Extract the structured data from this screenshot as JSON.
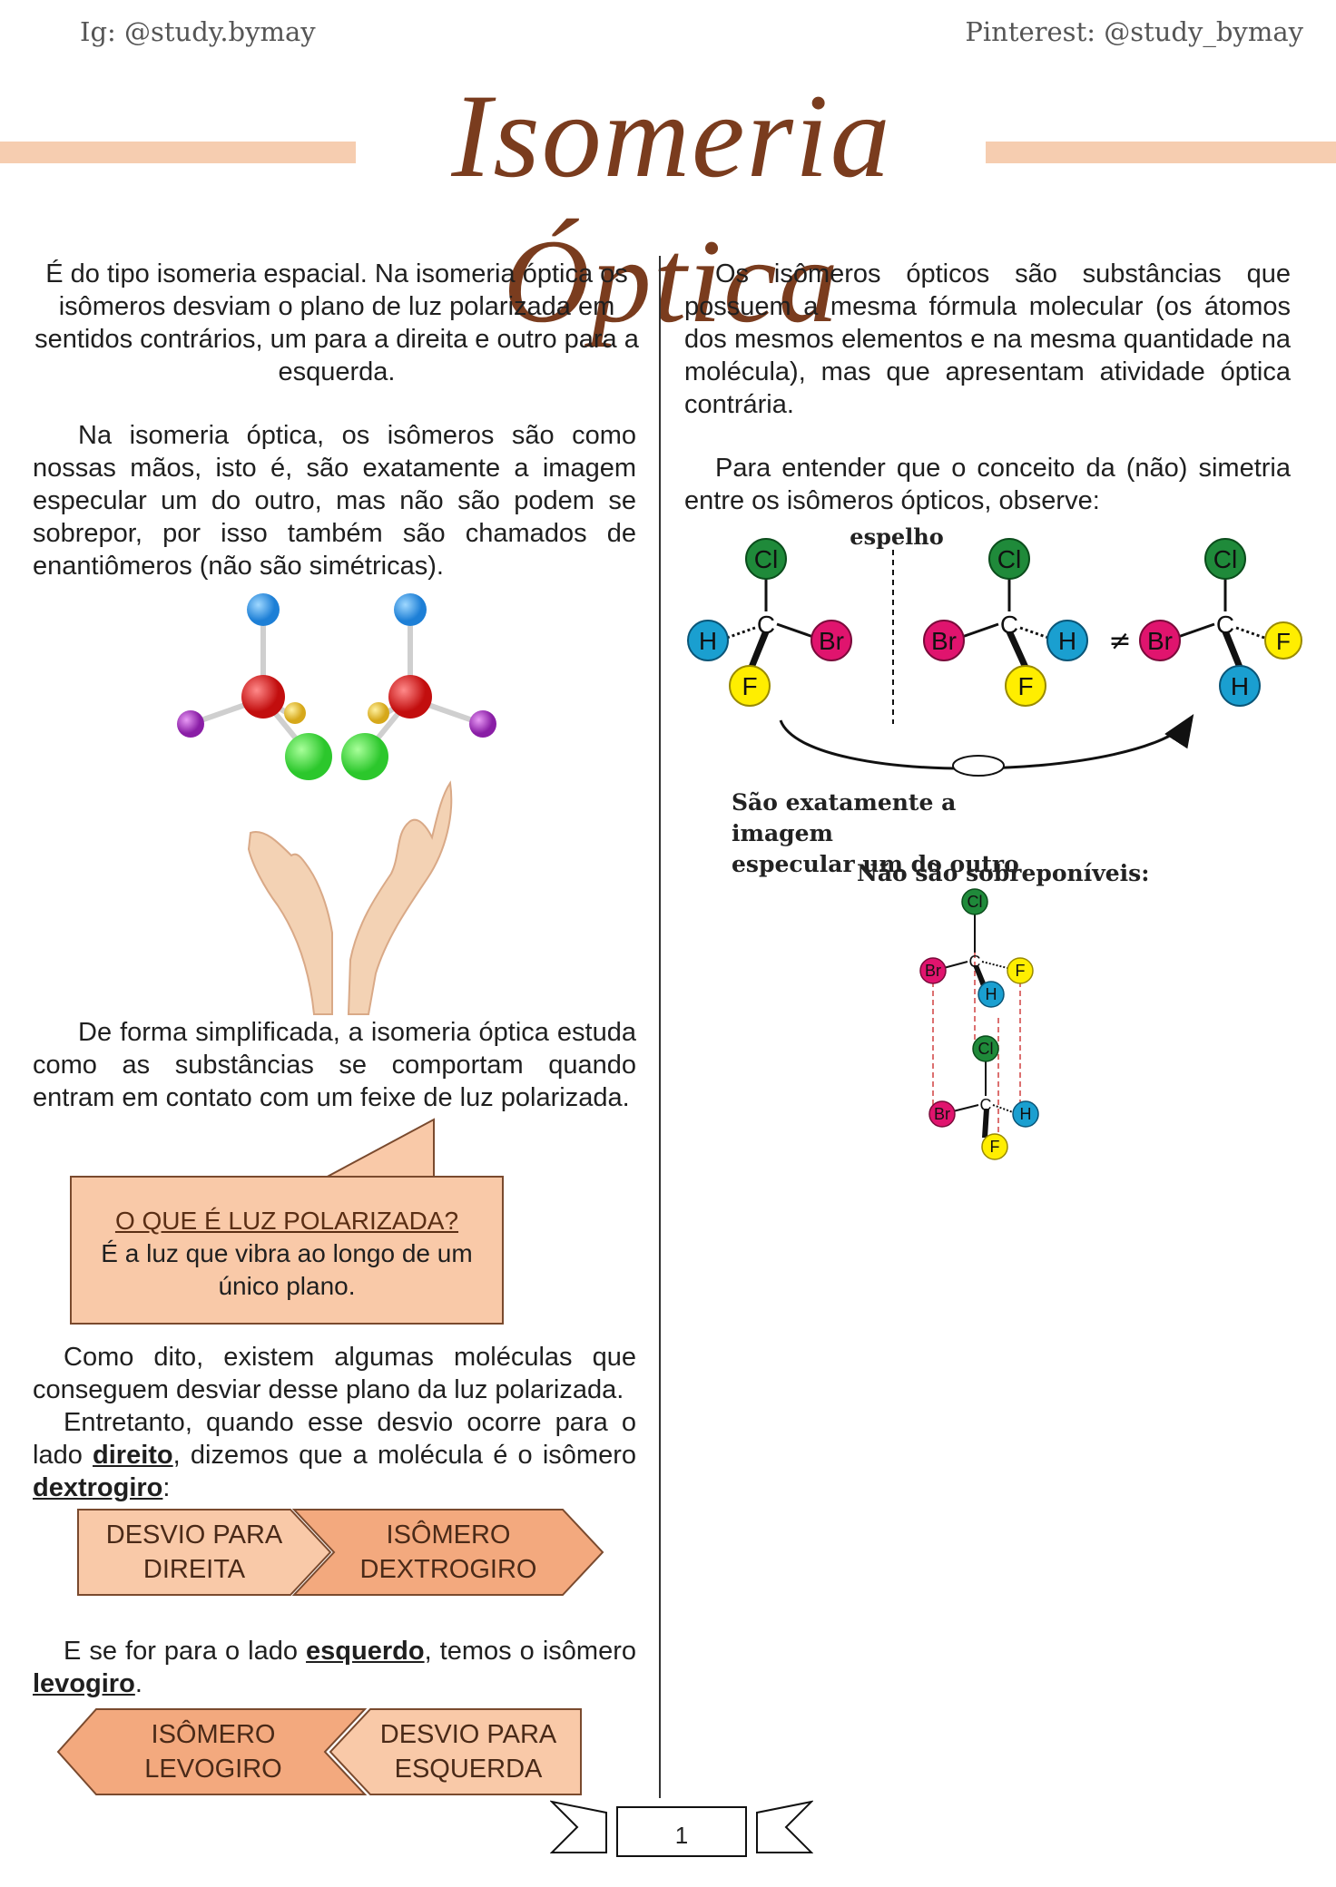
{
  "header": {
    "instagram": "Ig: @study.bymay",
    "pinterest": "Pinterest: @study_bymay",
    "title": "Isomeria Óptica"
  },
  "left": {
    "p1": "É do tipo isomeria espacial. Na isomeria óptica os isômeros desviam o plano de luz polarizada em sentidos contrários, um para a direita e outro para a esquerda.",
    "p2": "Na isomeria óptica, os isômeros são como nossas mãos, isto é, são exatamente a imagem especular um do outro, mas não são podem se sobrepor, por isso também são chamados de enantiômeros (não são simétricas).",
    "p3": "De forma simplificada, a isomeria óptica estuda como as substâncias se comportam quando entram em contato com um feixe de luz polarizada.",
    "callout": {
      "question": "O QUE É LUZ POLARIZADA?",
      "answer": "É a luz que vibra ao longo de um único plano."
    },
    "p4": "Como dito, existem algumas moléculas que conseguem desviar desse plano da luz polarizada.",
    "p5": {
      "before": "Entretanto, quando esse desvio ocorre para o lado ",
      "word1": "direito",
      "middle": ", dizemos que a molécula é o isômero ",
      "word2": "dextrogiro",
      "after": ":"
    },
    "dextro_arrows": [
      "DESVIO PARA\nDIREITA",
      "ISÔMERO\nDEXTROGIRO"
    ],
    "p6": {
      "before": "E se for para o lado ",
      "word1": "esquerdo",
      "middle": ", temos o isômero ",
      "word2": "levogiro",
      "after": "."
    },
    "levo_arrows": [
      "ISÔMERO\nLEVOGIRO",
      "DESVIO PARA\nESQUERDA"
    ]
  },
  "right": {
    "p1": "Os isômeros ópticos são substâncias que possuem a mesma fórmula molecular (os átomos dos mesmos elementos e na mesma quantidade na molécula), mas que apresentam atividade óptica contrária.",
    "p2": "Para entender que o conceito da (não) simetria entre os isômeros ópticos, observe:",
    "mirror_label": "espelho",
    "not_equal": "≠",
    "atoms": {
      "cl": "Cl",
      "br": "Br",
      "h": "H",
      "f": "F",
      "c": "C"
    },
    "caption1": "São exatamente a imagem\nespecular um do outro",
    "caption2": "Não são sobreponíveis:"
  },
  "page_number": "1",
  "colors": {
    "band": "#f6cdb0",
    "title": "#7a3c1e",
    "callout_fill": "#f9c9a8",
    "arrow_light": "#f9c9a8",
    "arrow_dark": "#f3a97e",
    "cl": "#1f8a3a",
    "br": "#e0146e",
    "h": "#1a9fd0",
    "f": "#ffee00"
  }
}
